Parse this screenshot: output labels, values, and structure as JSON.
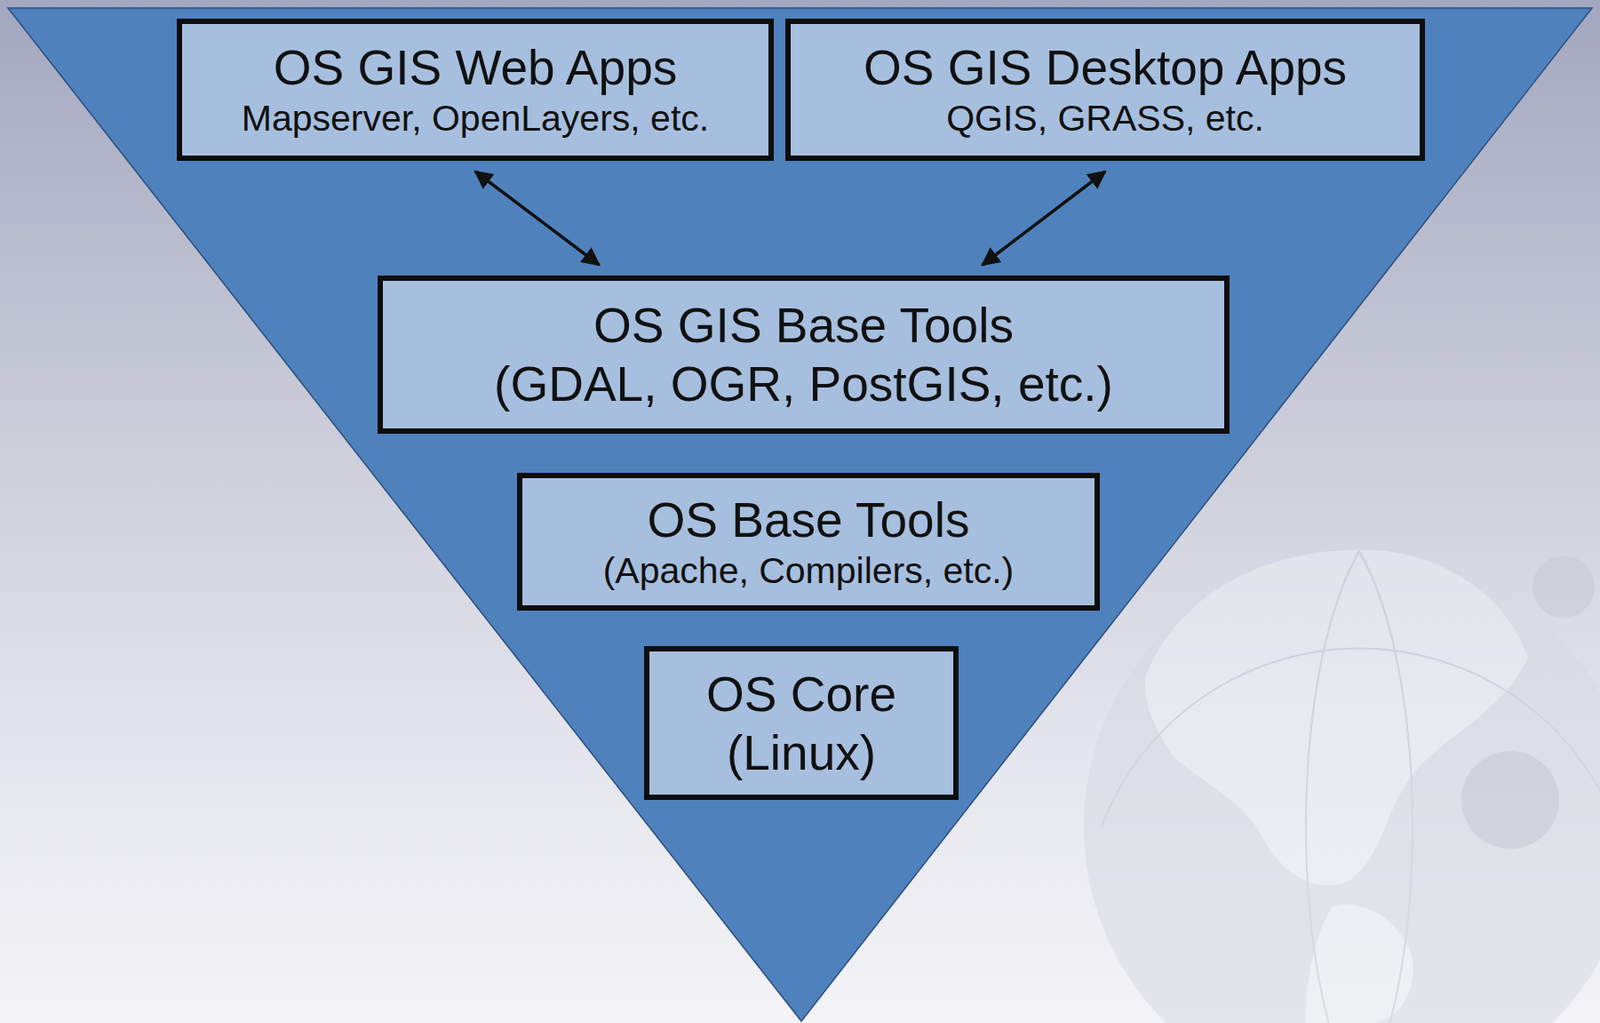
{
  "diagram": {
    "nodes": [
      {
        "text": [
          "OS GIS Web Apps",
          "Mapserver, OpenLayers, etc."
        ]
      },
      {
        "text": [
          "OS GIS Desktop Apps",
          "QGIS, GRASS, etc."
        ]
      },
      {
        "text": [
          "OS GIS Base Tools",
          "(GDAL, OGR, PostGIS, etc.)"
        ]
      },
      {
        "text": [
          "OS Base Tools",
          "(Apache, Compilers, etc.)"
        ]
      },
      {
        "text": [
          "OS Core",
          "(Linux)"
        ]
      }
    ],
    "edges": [
      {
        "from": 0,
        "to": 2,
        "arrow": "both"
      },
      {
        "from": 1,
        "to": 2,
        "arrow": "both"
      }
    ]
  }
}
